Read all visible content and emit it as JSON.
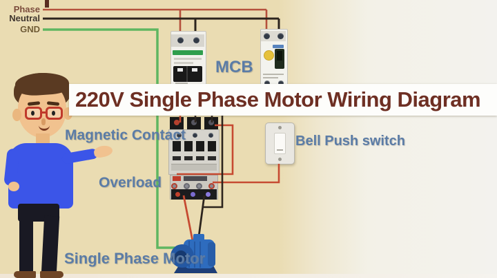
{
  "banner": {
    "title": "220V Single Phase Motor Wiring Diagram"
  },
  "supply": {
    "phase": "Phase",
    "neutral": "Neutral",
    "gnd": "GND"
  },
  "labels": {
    "mcb": "MCB",
    "magnetic_contact": "Magnetic Contact",
    "overload": "Overload",
    "bell_push_switch": "Bell Push switch",
    "single_phase_motor": "Single Phase Motor"
  },
  "colors": {
    "background_left": "#eadcb2",
    "background_right": "#f3f2ee",
    "banner_bg": "#fdfdfb",
    "title_text": "#6e2f23",
    "component_label_text": "#5b7ca6",
    "phase_wire": "#b5503c",
    "neutral_wire": "#2c241d",
    "ground_wire": "#5fb661",
    "control_wire": "#c64a31",
    "motor_blue": "#2e6cbe",
    "shirt_blue": "#3b55e8"
  }
}
